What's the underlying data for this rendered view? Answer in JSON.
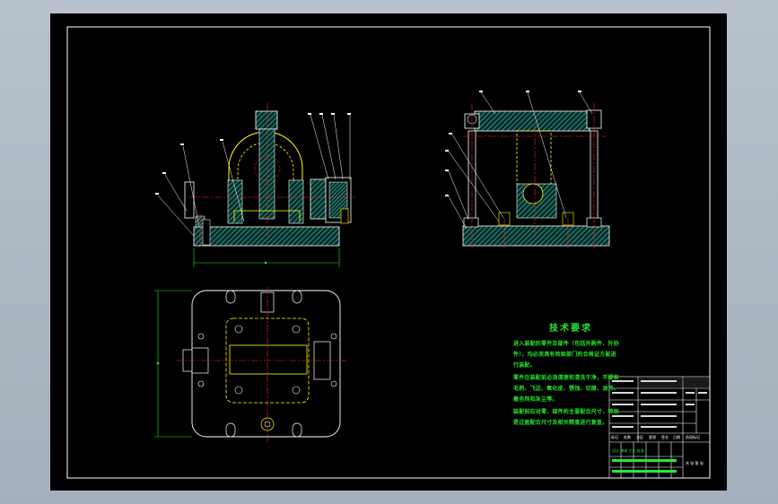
{
  "technical_requirements": {
    "title": "技术要求",
    "lines": [
      "进入装配的零件及部件（包括外购件、外协",
      "件），均必须具有检验部门的合格证方能进",
      "行装配。",
      "零件在装配前必须清理和清洗干净，不得有",
      "毛刺、飞边、氧化皮、锈蚀、切屑、油污、",
      "着色剂和灰尘等。",
      "装配前应对零、部件的主要配合尺寸，特别",
      "是过盈配合尺寸及相关精度进行复查。"
    ]
  },
  "title_block": {
    "bottom_row": [
      "标记",
      "处数",
      "分区",
      "更改",
      "签名",
      "日期"
    ],
    "stage_label": "阶段标记",
    "sheet_label": "共 张 第 张",
    "bottom_green": "设计 审核 工艺 批准"
  },
  "colors": {
    "sheet": "#000000",
    "frame": "#ffffff",
    "part_line": "#ffff00",
    "hatch": "#2ec4a6",
    "center_line": "#ff2020",
    "dimension": "#25e82c",
    "background": "#a9b4c0"
  }
}
